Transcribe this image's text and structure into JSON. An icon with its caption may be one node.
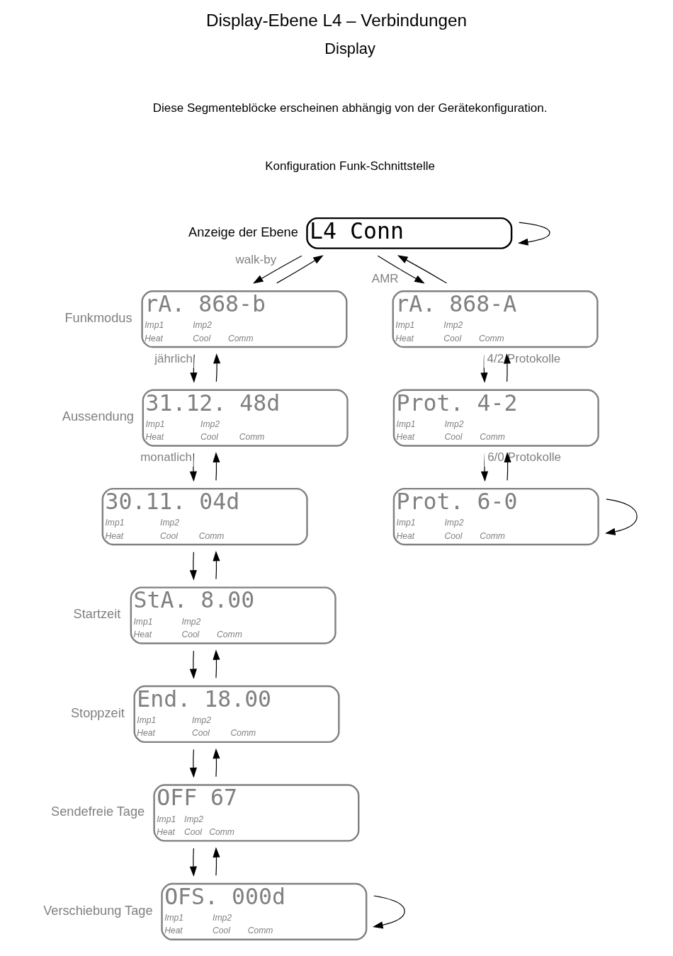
{
  "diagram": {
    "title": "Display-Ebene L4 – Verbindungen",
    "nodes": [
      {
        "text": [
          "L4 Conn"
        ],
        "beside": [
          "Anzeige der Ebene"
        ]
      },
      {
        "text": [
          "rA. 868-b",
          "Imp1",
          "Imp2",
          "Heat",
          "Cool",
          "Comm"
        ],
        "beside": [
          "Funkmodus"
        ]
      },
      {
        "text": [
          "rA. 868-A",
          "Imp1",
          "Imp2",
          "Heat",
          "Cool",
          "Comm"
        ]
      },
      {
        "text": [
          "31.12. 48d",
          "Imp1",
          "Imp2",
          "Heat",
          "Cool",
          "Comm"
        ],
        "beside": [
          "Aussendung"
        ]
      },
      {
        "text": [
          "Prot. 4-2",
          "Imp1",
          "Imp2",
          "Heat",
          "Cool",
          "Comm"
        ]
      },
      {
        "text": [
          "30.11. 04d",
          "Imp1",
          "Imp2",
          "Heat",
          "Cool",
          "Comm"
        ]
      },
      {
        "text": [
          "Prot. 6-0",
          "Imp1",
          "Imp2",
          "Heat",
          "Cool",
          "Comm"
        ]
      },
      {
        "text": [
          "StA. 8.00",
          "Imp1",
          "Imp2",
          "Heat",
          "Cool",
          "Comm"
        ],
        "beside": [
          "Startzeit"
        ]
      },
      {
        "text": [
          "End. 18.00",
          "Imp1",
          "Imp2",
          "Heat",
          "Cool",
          "Comm"
        ],
        "beside": [
          "Stoppzeit"
        ]
      },
      {
        "text": [
          "OFF 67",
          "Imp1",
          "Imp2",
          "Heat",
          "Cool",
          "Comm"
        ],
        "beside": [
          "Sendefreie Tage"
        ]
      },
      {
        "text": [
          "OFS. 000d",
          "Imp1",
          "Imp2",
          "Heat",
          "Cool",
          "Comm"
        ],
        "beside": [
          "Verschiebung Tage"
        ]
      }
    ],
    "edges": [
      {
        "from": 0,
        "to": 0,
        "arrow": "to"
      },
      {
        "from": 1,
        "to": 0,
        "arrow": "to"
      },
      {
        "from": 0,
        "to": 1,
        "arrow": "to",
        "label": "walk-by"
      },
      {
        "from": 2,
        "to": 0,
        "arrow": "to"
      },
      {
        "from": 0,
        "to": 2,
        "arrow": "to",
        "label": "AMR"
      },
      {
        "from": 3,
        "to": 1,
        "arrow": "to"
      },
      {
        "from": 1,
        "to": 3,
        "arrow": "to",
        "label": "jährlich"
      },
      {
        "from": 4,
        "to": 2,
        "arrow": "to"
      },
      {
        "from": 2,
        "to": 4,
        "arrow": "to",
        "label": "4/2 Protokolle"
      },
      {
        "from": 5,
        "to": 3,
        "arrow": "to"
      },
      {
        "from": 3,
        "to": 5,
        "arrow": "to",
        "label": "monatlich"
      },
      {
        "from": 6,
        "to": 4,
        "arrow": "to"
      },
      {
        "from": 4,
        "to": 6,
        "arrow": "to",
        "label": "6/0 Protokolle"
      },
      {
        "from": 6,
        "to": 6,
        "arrow": "to"
      },
      {
        "from": 7,
        "to": 5,
        "arrow": "to"
      },
      {
        "from": 5,
        "to": 7,
        "arrow": "to"
      },
      {
        "from": 8,
        "to": 7,
        "arrow": "to"
      },
      {
        "from": 7,
        "to": 8,
        "arrow": "to"
      },
      {
        "from": 9,
        "to": 8,
        "arrow": "to"
      },
      {
        "from": 8,
        "to": 9,
        "arrow": "to"
      },
      {
        "from": 10,
        "to": 9,
        "arrow": "to"
      },
      {
        "from": 9,
        "to": 10,
        "arrow": "to"
      },
      {
        "from": 10,
        "to": 10,
        "arrow": "to"
      }
    ],
    "labels": [
      "Display",
      "Diese Segmenteblöcke erscheinen abhängig von der Gerätekonfiguration.",
      "Konfiguration Funk-Schnittstelle"
    ]
  }
}
